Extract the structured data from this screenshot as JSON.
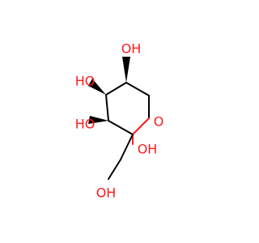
{
  "molecule": {
    "labels": {
      "ring_oxygen": "O",
      "c5_oh": "OH",
      "c4_oh": "HO",
      "c3_oh": "HO",
      "c2_oh": "OH",
      "ch2oh": "OH"
    },
    "colors": {
      "bond": "#000000",
      "heteroatom": "#ff1a1a",
      "background": "#ffffff"
    }
  }
}
